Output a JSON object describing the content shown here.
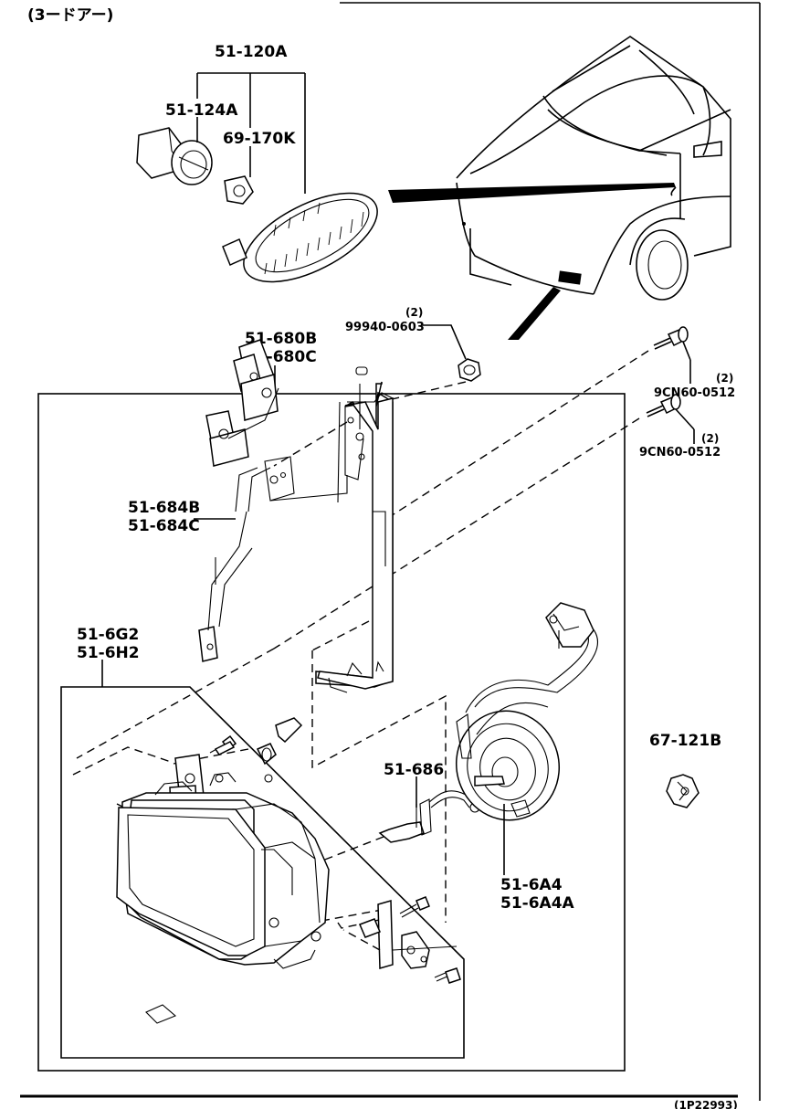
{
  "header": {
    "title": "(3ードアー)",
    "footer_code": "(1P22993)"
  },
  "parts": {
    "p51_120A": "51-120A",
    "p51_124A": "51-124A",
    "p69_170K": "69-170K",
    "p99940_qty": "(2)",
    "p99940": "99940-0603",
    "p51_680B": "51-680B",
    "p51_680C": "51-680C",
    "p9CN_a_qty": "(2)",
    "p9CN_a": "9CN60-0512",
    "p9CN_b_qty": "(2)",
    "p9CN_b": "9CN60-0512",
    "p51_684B": "51-684B",
    "p51_684C": "51-684C",
    "p51_6G2": "51-6G2",
    "p51_6H2": "51-6H2",
    "p67_121B": "67-121B",
    "p51_686": "51-686",
    "p51_6A4": "51-6A4",
    "p51_6A4A": "51-6A4A"
  }
}
